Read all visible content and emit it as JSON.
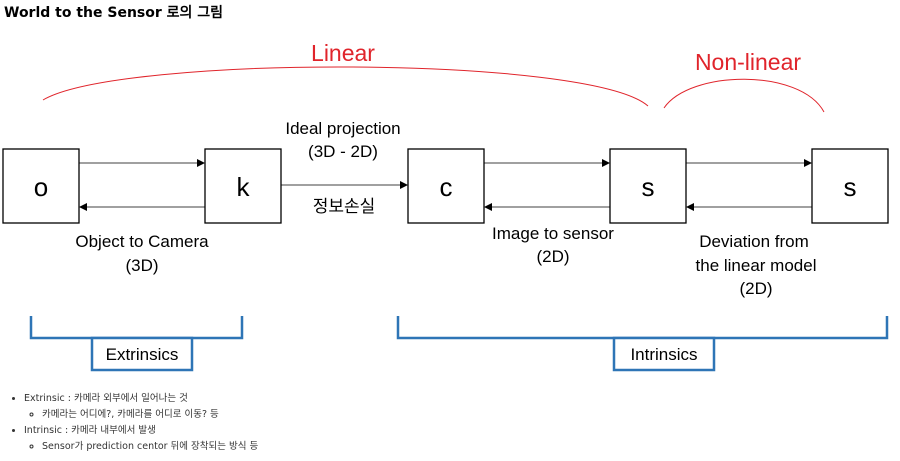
{
  "page": {
    "title": "World to the Sensor 로의 그림"
  },
  "diagram": {
    "nodes": {
      "o": "o",
      "k": "k",
      "c": "c",
      "s1": "s",
      "s2": "s"
    },
    "arcs": {
      "linear": "Linear",
      "nonlinear": "Non-linear"
    },
    "edges": {
      "ok": {
        "line1": "Object to Camera",
        "line2": "(3D)"
      },
      "kc": {
        "line1": "Ideal projection",
        "line2": "(3D - 2D)",
        "below": "정보손실"
      },
      "cs": {
        "line1": "Image to sensor",
        "line2": "(2D)"
      },
      "ss": {
        "line1": "Deviation from",
        "line2": "the linear model",
        "line3": "(2D)"
      }
    },
    "groups": {
      "extrinsics": "Extrinsics",
      "intrinsics": "Intrinsics"
    },
    "colors": {
      "accent_red": "#e0242b",
      "brace_blue": "#2e75b6"
    }
  },
  "notes": [
    {
      "text": "Extrinsic : 카메라 외부에서 일어나는 것",
      "sub": "카메라는 어디에?, 카메라를 어디로 이동? 등"
    },
    {
      "text": "Intrinsic : 카메라 내부에서 발생",
      "sub": "Sensor가 prediction centor 뒤에 장착되는 방식 등"
    }
  ]
}
